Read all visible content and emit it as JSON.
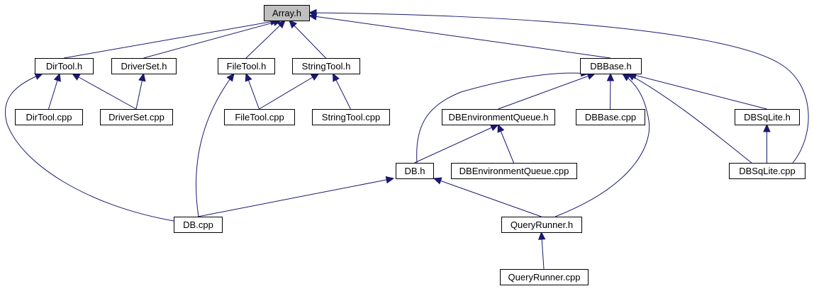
{
  "diagram": {
    "colors": {
      "edge": "#191970",
      "node_border": "#000000",
      "node_fill": "#ffffff",
      "root_fill": "#bfbfbf"
    },
    "nodes": [
      {
        "id": "array_h",
        "label": "Array.h",
        "highlighted": true
      },
      {
        "id": "dirtool_h",
        "label": "DirTool.h"
      },
      {
        "id": "driverset_h",
        "label": "DriverSet.h"
      },
      {
        "id": "filetool_h",
        "label": "FileTool.h"
      },
      {
        "id": "stringtool_h",
        "label": "StringTool.h"
      },
      {
        "id": "dbbase_h",
        "label": "DBBase.h"
      },
      {
        "id": "dirtool_cpp",
        "label": "DirTool.cpp"
      },
      {
        "id": "driverset_cpp",
        "label": "DriverSet.cpp"
      },
      {
        "id": "filetool_cpp",
        "label": "FileTool.cpp"
      },
      {
        "id": "stringtool_cpp",
        "label": "StringTool.cpp"
      },
      {
        "id": "dbenvqueue_h",
        "label": "DBEnvironmentQueue.h"
      },
      {
        "id": "dbbase_cpp",
        "label": "DBBase.cpp"
      },
      {
        "id": "dbsqlite_h",
        "label": "DBSqLite.h"
      },
      {
        "id": "db_h",
        "label": "DB.h"
      },
      {
        "id": "dbenvqueue_cpp",
        "label": "DBEnvironmentQueue.cpp"
      },
      {
        "id": "dbsqlite_cpp",
        "label": "DBSqLite.cpp"
      },
      {
        "id": "db_cpp",
        "label": "DB.cpp"
      },
      {
        "id": "queryrunner_h",
        "label": "QueryRunner.h"
      },
      {
        "id": "queryrunner_cpp",
        "label": "QueryRunner.cpp"
      }
    ],
    "edges": [
      {
        "from": "dirtool_h",
        "to": "array_h"
      },
      {
        "from": "driverset_h",
        "to": "array_h"
      },
      {
        "from": "filetool_h",
        "to": "array_h"
      },
      {
        "from": "stringtool_h",
        "to": "array_h"
      },
      {
        "from": "dbbase_h",
        "to": "array_h"
      },
      {
        "from": "dbsqlite_cpp",
        "to": "array_h"
      },
      {
        "from": "dirtool_cpp",
        "to": "dirtool_h"
      },
      {
        "from": "driverset_cpp",
        "to": "dirtool_h"
      },
      {
        "from": "db_cpp",
        "to": "dirtool_h"
      },
      {
        "from": "driverset_cpp",
        "to": "driverset_h"
      },
      {
        "from": "filetool_cpp",
        "to": "filetool_h"
      },
      {
        "from": "db_cpp",
        "to": "filetool_h"
      },
      {
        "from": "filetool_cpp",
        "to": "stringtool_h"
      },
      {
        "from": "stringtool_cpp",
        "to": "stringtool_h"
      },
      {
        "from": "dbenvqueue_h",
        "to": "dbbase_h"
      },
      {
        "from": "dbbase_cpp",
        "to": "dbbase_h"
      },
      {
        "from": "dbsqlite_h",
        "to": "dbbase_h"
      },
      {
        "from": "db_h",
        "to": "dbbase_h"
      },
      {
        "from": "dbsqlite_cpp",
        "to": "dbbase_h"
      },
      {
        "from": "queryrunner_h",
        "to": "dbbase_h"
      },
      {
        "from": "db_h",
        "to": "dbenvqueue_h"
      },
      {
        "from": "dbenvqueue_cpp",
        "to": "dbenvqueue_h"
      },
      {
        "from": "dbsqlite_cpp",
        "to": "dbsqlite_h"
      },
      {
        "from": "db_cpp",
        "to": "db_h"
      },
      {
        "from": "queryrunner_h",
        "to": "db_h"
      },
      {
        "from": "queryrunner_cpp",
        "to": "queryrunner_h"
      }
    ]
  }
}
